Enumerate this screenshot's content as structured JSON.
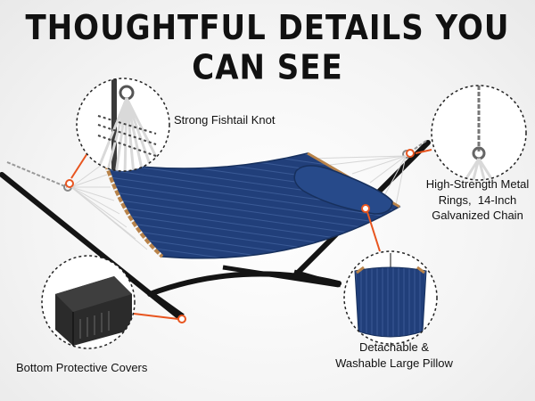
{
  "heading": "THOUGHTFUL DETAILS YOU CAN SEE",
  "callouts": {
    "knot": "Strong Fishtail Knot",
    "rings": [
      "High-Strength Metal",
      "Rings,  14-Inch",
      "Galvanized Chain"
    ],
    "pillow": [
      "Detachable &",
      "Washable Large Pillow"
    ],
    "covers": "Bottom Protective Covers"
  },
  "colors": {
    "fabric": "#1f3f78",
    "fabric_dark": "#17305d",
    "frame": "#141414",
    "accent": "#e8551f",
    "rope": "#dcdcdc"
  }
}
